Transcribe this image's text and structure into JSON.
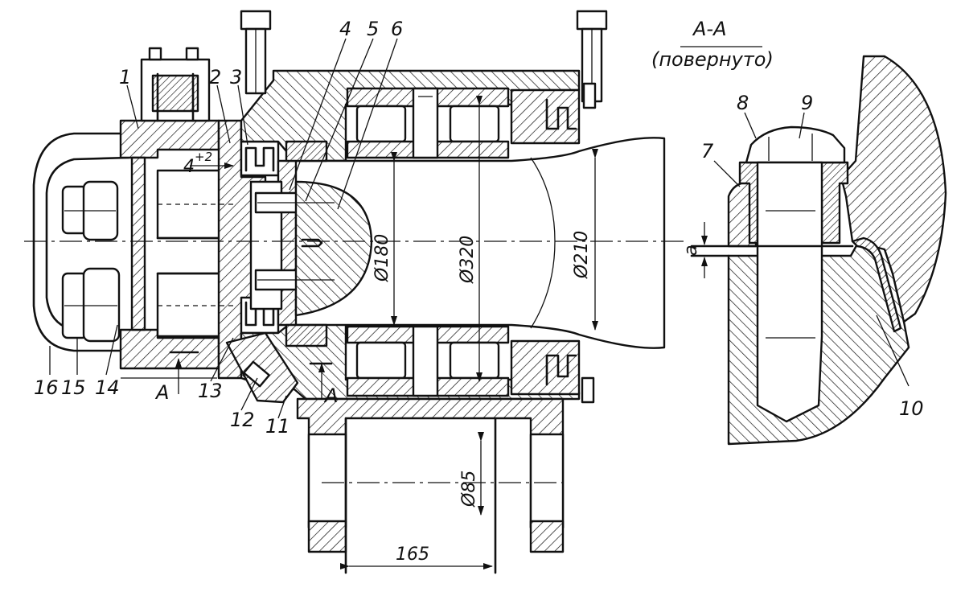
{
  "section_title": "A-A",
  "section_subtitle": "(повернуто)",
  "callouts": [
    "1",
    "2",
    "3",
    "4",
    "5",
    "6",
    "7",
    "8",
    "9",
    "10",
    "11",
    "12",
    "13",
    "14",
    "15",
    "16"
  ],
  "section_marks": [
    "A",
    "A"
  ],
  "dimensions": {
    "gap": "4",
    "gap_tolerance": "+2",
    "d180": "Ø180",
    "d320": "Ø320",
    "d210": "Ø210",
    "d85": "Ø85",
    "len165": "165",
    "clearance": "a"
  }
}
